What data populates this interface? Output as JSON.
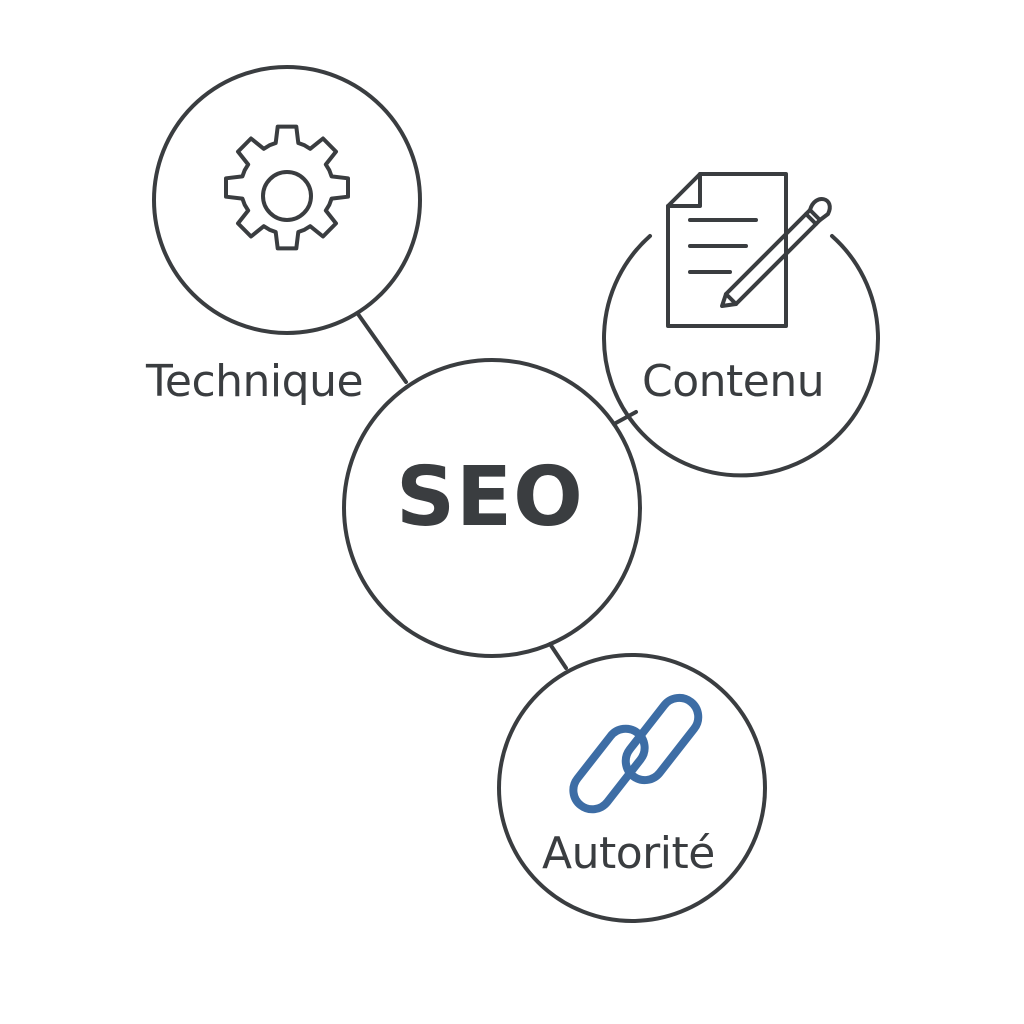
{
  "diagram": {
    "center": {
      "label": "SEO"
    },
    "nodes": [
      {
        "id": "technique",
        "label": "Technique",
        "icon": "gear-icon"
      },
      {
        "id": "contenu",
        "label": "Contenu",
        "icon": "document-pencil-icon"
      },
      {
        "id": "autorite",
        "label": "Autorité",
        "icon": "link-chain-icon"
      }
    ]
  },
  "colors": {
    "stroke": "#3a3d40",
    "link_accent": "#3d6da5",
    "background": "#ffffff"
  }
}
